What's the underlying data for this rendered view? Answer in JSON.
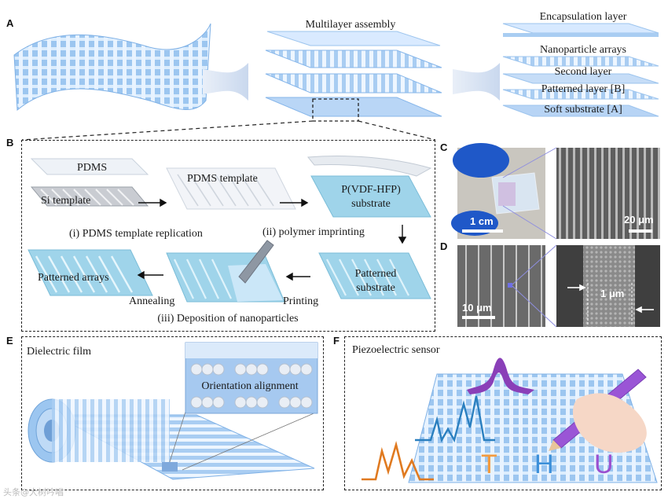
{
  "panels": {
    "a": "A",
    "b": "B",
    "c": "C",
    "d": "D",
    "e": "E",
    "f": "F"
  },
  "panel_a": {
    "multilayer_title": "Multilayer assembly",
    "layers": [
      "Encapsulation layer",
      "Nanoparticle arrays",
      "Second layer",
      "Patterned layer [B]",
      "Soft substrate [A]"
    ]
  },
  "panel_b": {
    "pdms": "PDMS",
    "si_template": "Si template",
    "pdms_template": "PDMS template",
    "pvdf_line1": "P(VDF-HFP)",
    "pvdf_line2": "substrate",
    "step1": "(i) PDMS template replication",
    "step2": "(ii) polymer imprinting",
    "patterned_substrate_line1": "Patterned",
    "patterned_substrate_line2": "substrate",
    "printing": "Printing",
    "patterned_arrays": "Patterned arrays",
    "annealing": "Annealing",
    "step3": "(iii) Deposition of nanoparticles"
  },
  "panel_c": {
    "scale_photo": "1 cm",
    "scale_sem": "20 μm"
  },
  "panel_d": {
    "scale_sem1": "10 μm",
    "scale_sem2": "1 μm"
  },
  "panel_e": {
    "title": "Dielectric film",
    "inset": "Orientation alignment"
  },
  "panel_f": {
    "title": "Piezoelectric sensor",
    "letters": [
      "T",
      "H",
      "U"
    ]
  },
  "watermark": "头条@大树吟唱",
  "colors": {
    "film_blue": "#a9cdf2",
    "grid_stripe": "#e8f3ff",
    "dashed_border": "#222222",
    "sem_gray": "#6b6b6b",
    "letter_t": "#f39a3d",
    "letter_h": "#3b8fd9",
    "letter_u": "#9b4fcf"
  }
}
